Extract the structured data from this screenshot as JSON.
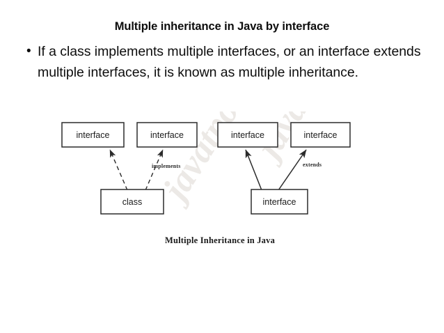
{
  "slide": {
    "title": "Multiple inheritance in Java by interface",
    "bullet_marker": "•",
    "bullet_text": "If a class implements multiple interfaces, or an interface extends multiple interfaces, it is known as multiple inheritance.",
    "background_color": "#ffffff",
    "text_color": "#0d0d0d"
  },
  "figure": {
    "caption": "Multiple Inheritance in Java",
    "watermark": "javatpoint",
    "stroke_color": "#2b2b2b",
    "left_group": {
      "top_boxes": [
        {
          "label": "interface"
        },
        {
          "label": "interface"
        }
      ],
      "bottom_box": {
        "label": "class"
      },
      "relation_label": "implements",
      "relation_style": "dashed"
    },
    "right_group": {
      "top_boxes": [
        {
          "label": "interface"
        },
        {
          "label": "interface"
        }
      ],
      "bottom_box": {
        "label": "interface"
      },
      "relation_label": "extends",
      "relation_style": "solid"
    }
  }
}
